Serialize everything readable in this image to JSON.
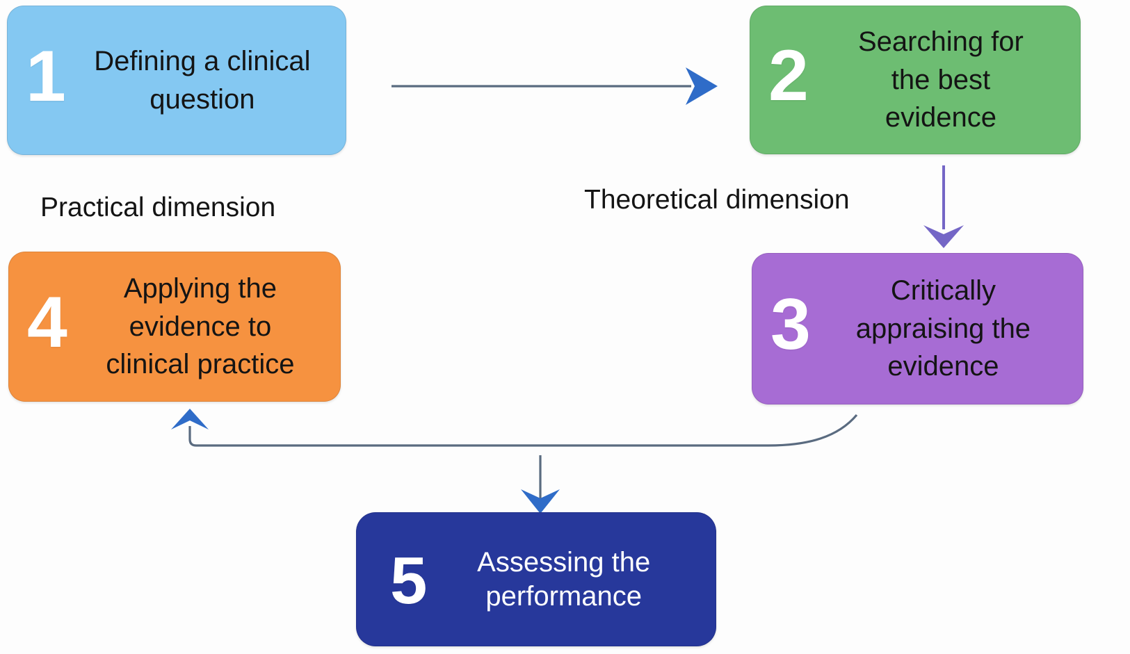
{
  "diagram": {
    "background": "#fdfdfd",
    "labels": {
      "practical": "Practical dimension",
      "theoretical": "Theoretical dimension"
    },
    "boxes": [
      {
        "number": "1",
        "label": "Defining a clinical\nquestion",
        "color": "#84c8f2",
        "text_color": "#141414"
      },
      {
        "number": "2",
        "label": "Searching for\nthe best\nevidence",
        "color": "#6dbd72",
        "text_color": "#141414"
      },
      {
        "number": "3",
        "label": "Critically\nappraising the\nevidence",
        "color": "#a76cd4",
        "text_color": "#141414"
      },
      {
        "number": "4",
        "label": "Applying the\nevidence to\nclinical practice",
        "color": "#f69240",
        "text_color": "#141414"
      },
      {
        "number": "5",
        "label": "Assessing the\nperformance",
        "color": "#27389b",
        "text_color": "#ffffff"
      }
    ],
    "arrows": {
      "line_color": "#5a6b80",
      "head_color": "#2f6cc8",
      "purple_color": "#7466c6"
    }
  }
}
